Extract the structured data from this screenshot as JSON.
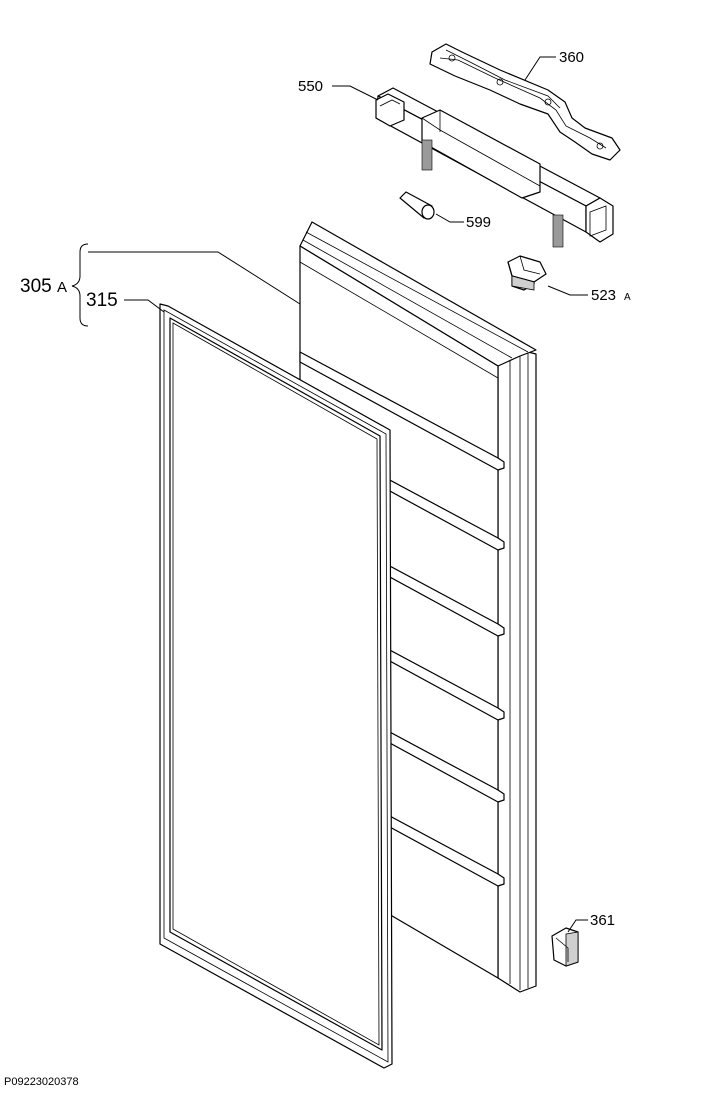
{
  "diagram": {
    "type": "exploded-parts-view",
    "callouts": {
      "c360": "360",
      "c550": "550",
      "c599": "599",
      "c305": "305",
      "c305s": "A",
      "c315": "315",
      "c523": "523",
      "c523s": "A",
      "c361": "361"
    },
    "drawing_id": "P09223020378"
  }
}
